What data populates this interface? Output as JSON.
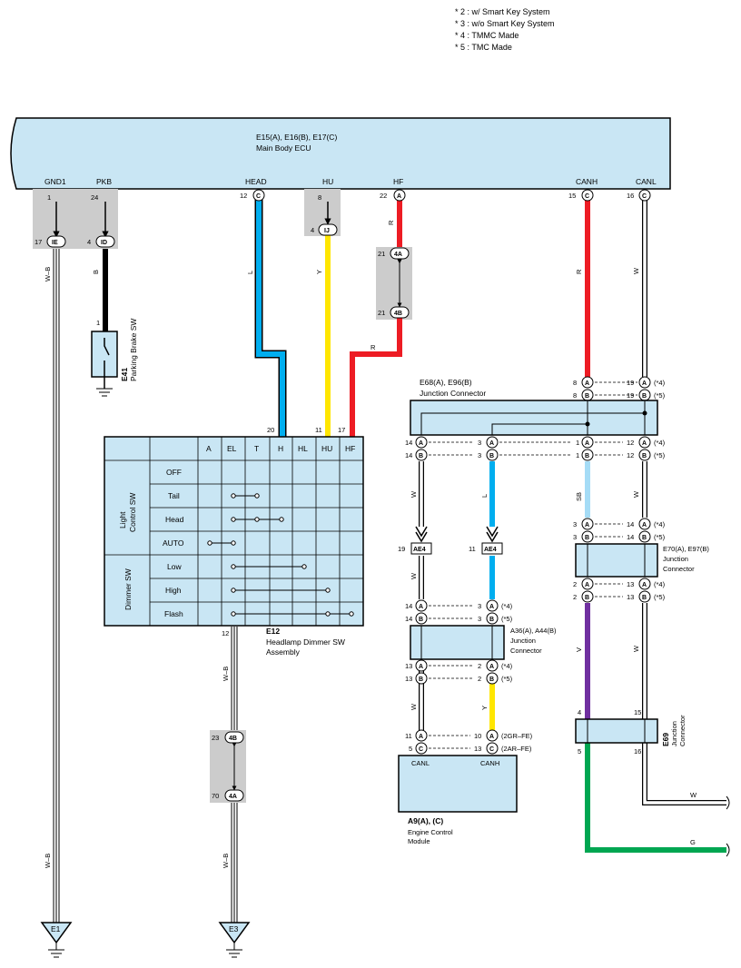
{
  "notes": [
    "* 2 : w/ Smart Key System",
    "* 3 : w/o Smart Key System",
    "* 4 : TMMC Made",
    "* 5 : TMC Made"
  ],
  "colors": {
    "panel": "#c9e6f4",
    "shade": "#cccccc",
    "wire_blue": "#00aeef",
    "wire_yellow": "#ffe600",
    "wire_red": "#ed1c24",
    "wire_lightblue": "#a5dcf6",
    "wire_violet": "#7030a0",
    "wire_green": "#00a651",
    "wire_black": "#000000"
  },
  "ecu": {
    "name_line1": "E15(A), E16(B), E17(C)",
    "name_line2": "Main Body ECU",
    "terminals": [
      "GND1",
      "PKB",
      "HEAD",
      "HU",
      "HF",
      "CANH",
      "CANL"
    ]
  },
  "pins": {
    "gnd1": "1",
    "pkb": "24",
    "head": "12",
    "hu": "8",
    "hf": "22",
    "canh": "15",
    "canl": "16",
    "ie": "17",
    "id": "4",
    "ij": "4",
    "hf_4a": "21",
    "hf_4b": "21",
    "pkb_sw": "1",
    "sw_h": "20",
    "sw_hu": "11",
    "sw_hf": "17",
    "sw_12": "12",
    "g23": "23",
    "g70": "70",
    "ae4_l": "19",
    "ae4_r": "11",
    "a9_11": "11",
    "a9_5": "5",
    "a9_10": "10",
    "a9_13": "13",
    "e69_4": "4",
    "e69_15": "15",
    "e69_5": "5",
    "e69_16": "16"
  },
  "connector_codes": {
    "c": "C",
    "a": "A",
    "b": "B",
    "ie": "IE",
    "id": "ID",
    "ij": "IJ",
    "4a": "4A",
    "4b": "4B",
    "ae4": "AE4"
  },
  "wire_labels": {
    "wb": "W–B",
    "b": "B",
    "l": "L",
    "y": "Y",
    "r": "R",
    "w": "W",
    "sb": "SB",
    "v": "V",
    "g": "G"
  },
  "parking_brake": {
    "code": "E41",
    "name": "Parking Brake SW"
  },
  "dimmer": {
    "code": "E12",
    "name_line1": "Headlamp Dimmer SW",
    "name_line2": "Assembly",
    "columns": [
      "A",
      "EL",
      "T",
      "H",
      "HL",
      "HU",
      "HF"
    ],
    "group1": "Light Control SW",
    "group1_line1": "Light",
    "group1_line2": "Control SW",
    "group2": "Dimmer SW",
    "rows": [
      "OFF",
      "Tail",
      "Head",
      "AUTO",
      "Low",
      "High",
      "Flash"
    ]
  },
  "junction_e68": {
    "name_line1": "E68(A), E96(B)",
    "name_line2": "Junction Connector",
    "pin_pairs": [
      {
        "l": "8",
        "r": "19"
      },
      {
        "l": "14",
        "r": "3"
      },
      {
        "l": "1",
        "r": "12"
      }
    ]
  },
  "junction_e70": {
    "name_line1": "E70(A), E97(B)",
    "name_line2": "Junction",
    "name_line3": "Connector",
    "pins_top": [
      "3",
      "14"
    ],
    "pins_bottom": [
      "2",
      "13"
    ]
  },
  "junction_a36": {
    "name_line1": "A36(A), A44(B)",
    "name_line2": "Junction",
    "name_line3": "Connector",
    "pins_top": [
      "14",
      "3"
    ],
    "pins_bottom": [
      "13",
      "2"
    ]
  },
  "ecm": {
    "code": "A9(A), (C)",
    "name_line1": "Engine Control",
    "name_line2": "Module",
    "term_canl": "CANL",
    "term_canh": "CANH",
    "v2gr": "(2GR–FE)",
    "v2ar": "(2AR–FE)"
  },
  "e69": {
    "code": "E69",
    "name_line1": "Junction",
    "name_line2": "Connector"
  },
  "variants": {
    "p4": "(*4)",
    "p5": "(*5)"
  },
  "grounds": {
    "e1": "E1",
    "e3": "E3"
  }
}
